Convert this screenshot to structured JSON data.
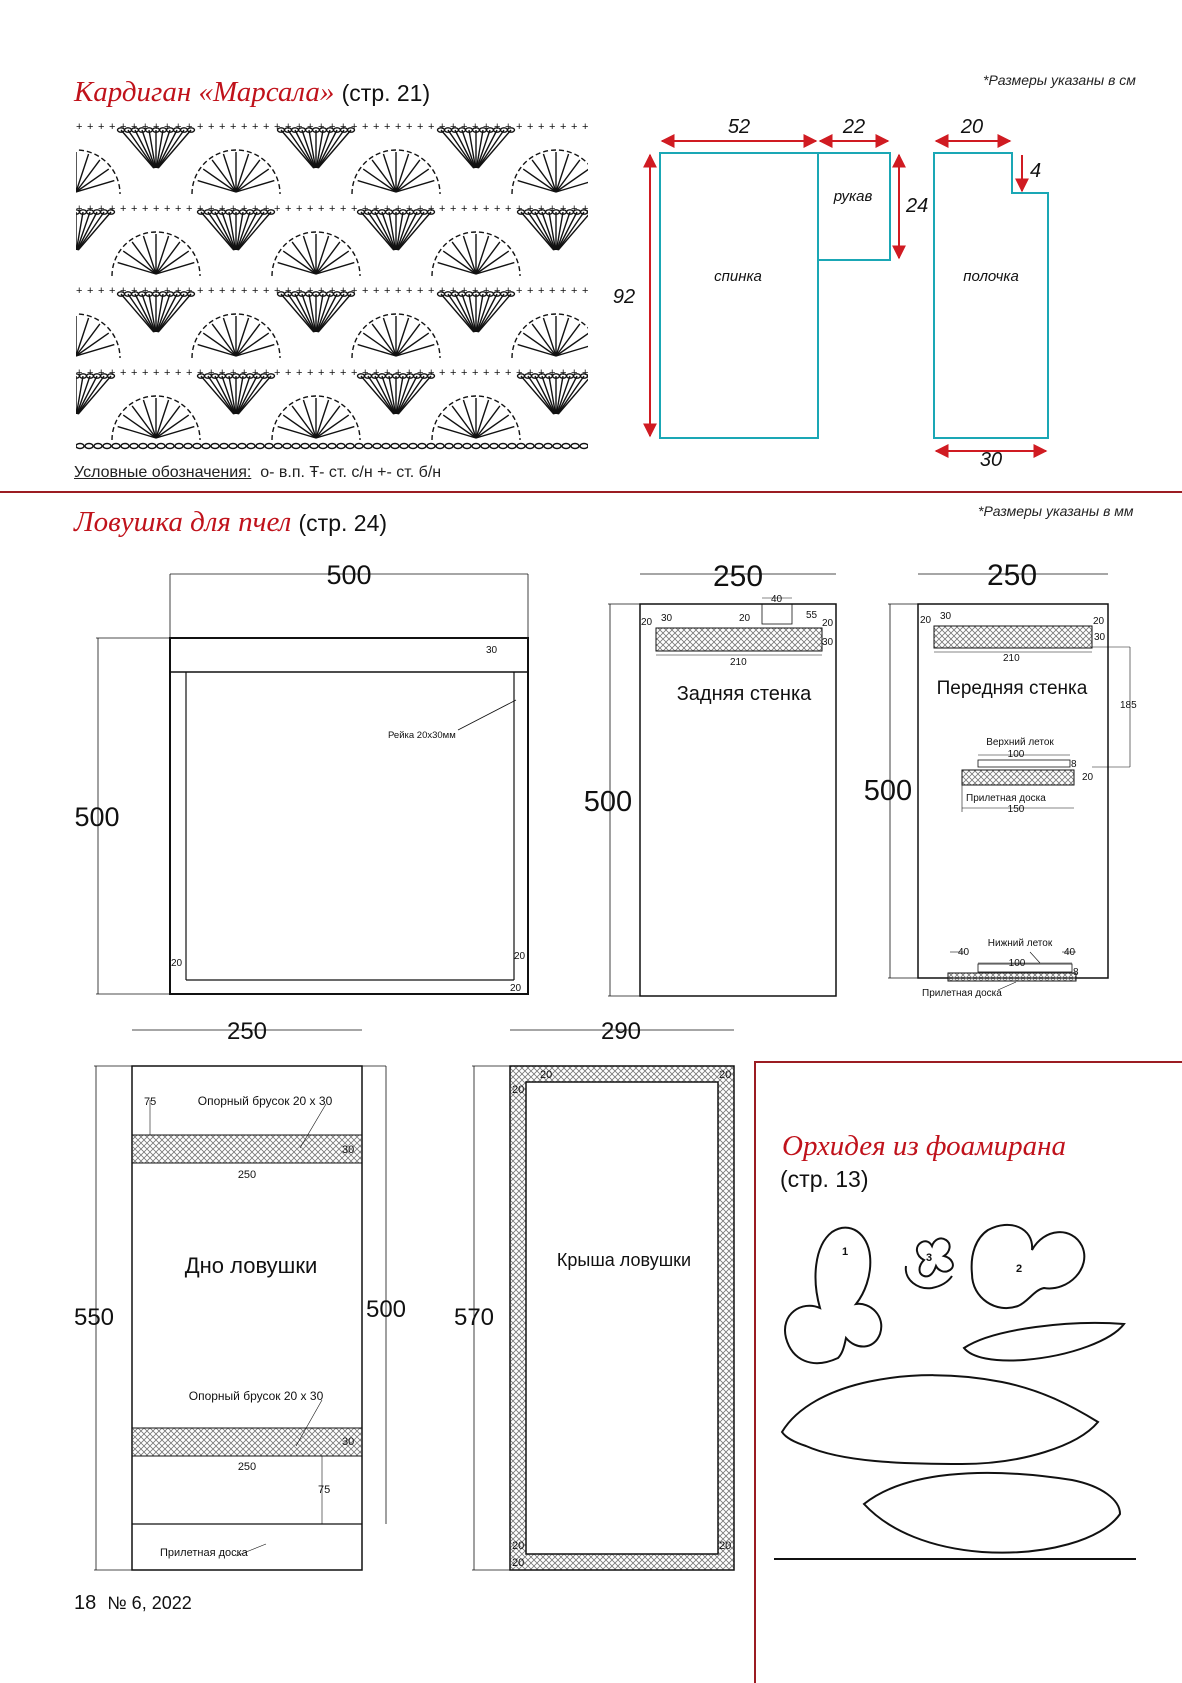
{
  "cardigan": {
    "title": "Кардиган «Марсала»",
    "page": "(стр. 21)",
    "note": "*Размеры указаны в см",
    "legend": {
      "label": "Условные обозначения:",
      "items": "о- в.п. Ŧ- ст. с/н +- ст. б/н"
    },
    "pattern": {
      "symbol_colour": "#111111"
    },
    "schematic": {
      "line_color": "#1aa7b5",
      "arrow_color": "#d01b22",
      "back_label": "спинка",
      "sleeve_label": "рукав",
      "front_label": "полочка",
      "back_width": "52",
      "sleeve_width": "22",
      "sleeve_height": "24",
      "height": "92",
      "front_top": "20",
      "front_notch": "4",
      "front_width": "30"
    }
  },
  "beetrap": {
    "title": "Ловушка для пчел",
    "page": "(стр. 24)",
    "note": "*Размеры указаны в мм",
    "frame": {
      "top": "500",
      "left": "500",
      "rail_h": "30",
      "rail_label": "Рейка 20х30мм",
      "c1": "20",
      "c2": "20",
      "c3": "20"
    },
    "back_wall": {
      "label": "Задняя стенка",
      "top": "250",
      "left": "500",
      "d40": "40",
      "d20a": "20",
      "d30a": "30",
      "d20b": "20",
      "d55": "55",
      "d20c": "20",
      "d30b": "30",
      "d210": "210"
    },
    "front_wall": {
      "label": "Передняя стенка",
      "top": "250",
      "left": "500",
      "d20a": "20",
      "d30a": "30",
      "d20b": "20",
      "d30b": "30",
      "d210": "210",
      "d185": "185",
      "upper_label": "Верхний леток",
      "d100a": "100",
      "d8a": "8",
      "d20c": "20",
      "board_label": "Прилетная доска",
      "d150": "150",
      "lower_label": "Нижний леток",
      "d40a": "40",
      "d40b": "40",
      "d100b": "100",
      "d8b": "8",
      "board2_label": "Прилетная доска"
    },
    "bottom": {
      "label": "Дно ловушки",
      "top": "250",
      "left": "550",
      "right": "500",
      "bar1_label": "Опорный брусок 20 х 30",
      "d75a": "75",
      "d30a": "30",
      "d250a": "250",
      "bar2_label": "Опорный брусок 20 х 30",
      "d30b": "30",
      "d250b": "250",
      "d75b": "75",
      "board_label": "Прилетная доска"
    },
    "roof": {
      "label": "Крыша ловушки",
      "top": "290",
      "left": "570",
      "c1": "20",
      "c2": "20",
      "c3": "20",
      "c4": "20",
      "c5": "20",
      "c6": "20"
    }
  },
  "orchid": {
    "title": "Орхидея из фоамирана",
    "page": "(стр. 13)",
    "n1": "1",
    "n2": "2",
    "n3": "3"
  },
  "footer": {
    "page_number": "18",
    "issue": "№ 6, 2022"
  },
  "colors": {
    "accent": "#c0121b",
    "rule": "#9b1c22"
  }
}
